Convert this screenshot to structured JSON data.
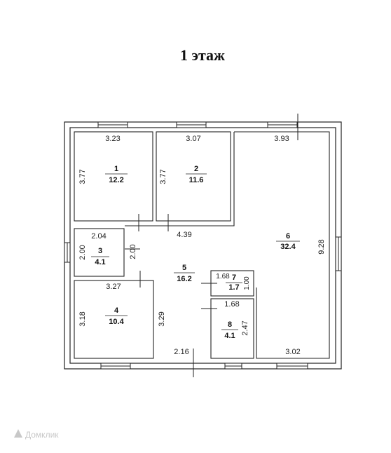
{
  "title": "1 этаж",
  "rooms": [
    {
      "number": "1",
      "area": "12.2",
      "width": "3.23",
      "height": "3.77"
    },
    {
      "number": "2",
      "area": "11.6",
      "width": "3.07",
      "height": "3.77"
    },
    {
      "number": "3",
      "area": "4.1",
      "width": "2.04",
      "height": "2.00"
    },
    {
      "number": "4",
      "area": "10.4",
      "width": "3.27",
      "height": "3.18"
    },
    {
      "number": "5",
      "area": "16.2",
      "width": "4.39",
      "height": "3.29",
      "height2": "2.00",
      "bottom": "2.16"
    },
    {
      "number": "6",
      "area": "32.4",
      "width": "3.93",
      "height": "9.28",
      "bottom": "3.02"
    },
    {
      "number": "7",
      "area": "1.7",
      "width": "1.68",
      "height": "1.00"
    },
    {
      "number": "8",
      "area": "4.1",
      "width": "1.68",
      "height": "2.47"
    }
  ],
  "watermark": "Домклик"
}
